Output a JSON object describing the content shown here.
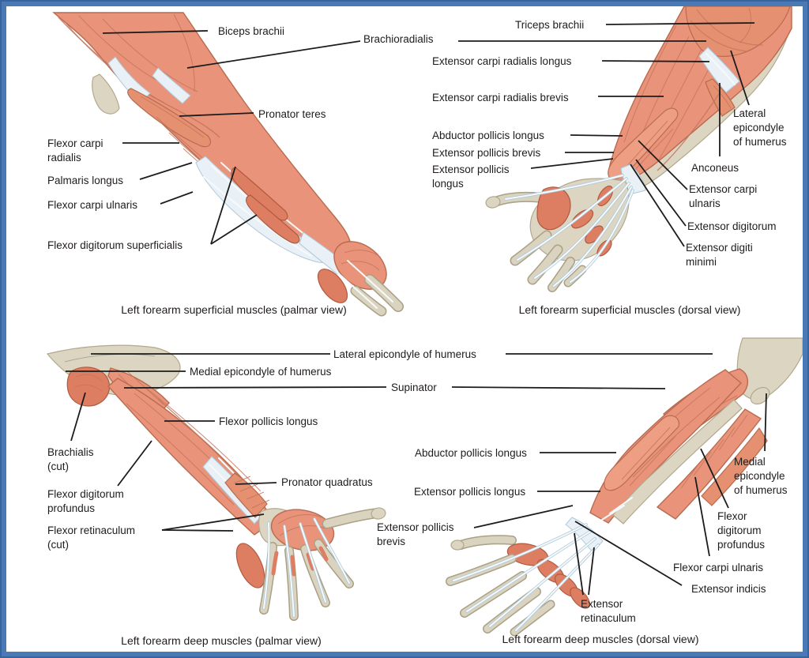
{
  "colors": {
    "frame_border": "#4A7AB6",
    "background": "#FFFFFF",
    "muscle": "#E8937A",
    "muscle_deep": "#DD7E62",
    "tendon": "#E9F0F6",
    "bone": "#DCD5C2",
    "label_text": "#1F1C1B",
    "leader_line": "#1C1C1C"
  },
  "shared_labels": {
    "brachioradialis": "Brachioradialis",
    "lateral_epicondyle_of_humerus": "Lateral epicondyle of humerus",
    "supinator": "Supinator"
  },
  "panels": {
    "superficial_palmar": {
      "caption": "Left forearm superficial muscles (palmar view)",
      "labels": {
        "biceps_brachii": "Biceps brachii",
        "pronator_teres": "Pronator teres",
        "flexor_carpi_radialis": "Flexor carpi\nradialis",
        "palmaris_longus": "Palmaris longus",
        "flexor_carpi_ulnaris": "Flexor carpi ulnaris",
        "flexor_digitorum_superficialis": "Flexor digitorum superficialis"
      }
    },
    "superficial_dorsal": {
      "caption": "Left forearm superficial muscles (dorsal view)",
      "labels": {
        "triceps_brachii": "Triceps brachii",
        "extensor_carpi_radialis_longus": "Extensor carpi radialis longus",
        "extensor_carpi_radialis_brevis": "Extensor carpi radialis brevis",
        "abductor_pollicis_longus": "Abductor pollicis longus",
        "extensor_pollicis_brevis": "Extensor pollicis brevis",
        "extensor_pollicis_longus": "Extensor pollicis\nlongus",
        "lateral_epicondyle_of_humerus": "Lateral\nepicondyle\nof humerus",
        "anconeus": "Anconeus",
        "extensor_carpi_ulnaris": "Extensor carpi\nulnaris",
        "extensor_digitorum": "Extensor digitorum",
        "extensor_digiti_minimi": "Extensor digiti\nminimi"
      }
    },
    "deep_palmar": {
      "caption": "Left forearm deep muscles (palmar view)",
      "labels": {
        "medial_epicondyle_of_humerus": "Medial epicondyle of humerus",
        "flexor_pollicis_longus": "Flexor pollicis longus",
        "brachialis_cut": "Brachialis\n(cut)",
        "flexor_digitorum_profundus": "Flexor digitorum\nprofundus",
        "pronator_quadratus": "Pronator quadratus",
        "flexor_retinaculum_cut": "Flexor retinaculum\n(cut)"
      }
    },
    "deep_dorsal": {
      "caption": "Left forearm deep muscles (dorsal view)",
      "labels": {
        "abductor_pollicis_longus": "Abductor pollicis longus",
        "extensor_pollicis_longus": "Extensor pollicis longus",
        "extensor_pollicis_brevis": "Extensor pollicis\nbrevis",
        "medial_epicondyle_of_humerus": "Medial\nepicondyle\nof humerus",
        "flexor_digitorum_profundus": "Flexor\ndigitorum\nprofundus",
        "flexor_carpi_ulnaris": "Flexor carpi ulnaris",
        "extensor_indicis": "Extensor indicis",
        "extensor_retinaculum": "Extensor\nretinaculum"
      }
    }
  }
}
